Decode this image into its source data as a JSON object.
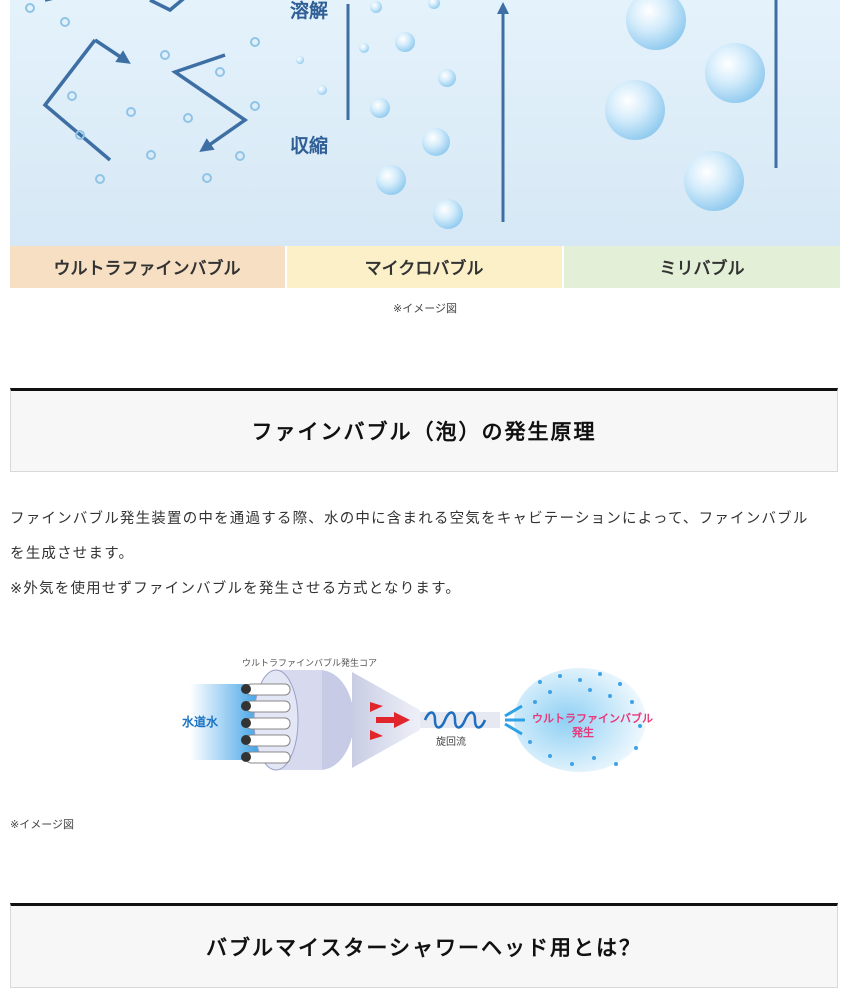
{
  "bubble_figure": {
    "labels": {
      "dissolve": "溶解",
      "shrink": "収縮"
    },
    "categories": [
      {
        "label": "ウルトラファインバブル",
        "color": "#f6dfc3"
      },
      {
        "label": "マイクロバブル",
        "color": "#fbf0c8"
      },
      {
        "label": "ミリバブル",
        "color": "#e3efd6"
      }
    ],
    "caption": "※イメージ図"
  },
  "section1": {
    "heading": "ファインバブル（泡）の発生原理",
    "paragraph_line1": "ファインバブル発生装置の中を通過する際、水の中に含まれる空気をキャビテーションによって、ファインバブル",
    "paragraph_line2": "を生成させます。",
    "paragraph_line3": "※外気を使用せずファインバブルを発生させる方式となります。"
  },
  "generator_figure": {
    "core_label": "ウルトラファインバブル発生コア",
    "water_label": "水道水",
    "swirl_label": "旋回流",
    "output_label_line1": "ウルトラファインバブル",
    "output_label_line2": "発生",
    "caption": "※イメージ図"
  },
  "section2": {
    "heading": "バブルマイスターシャワーヘッド用とは？"
  }
}
